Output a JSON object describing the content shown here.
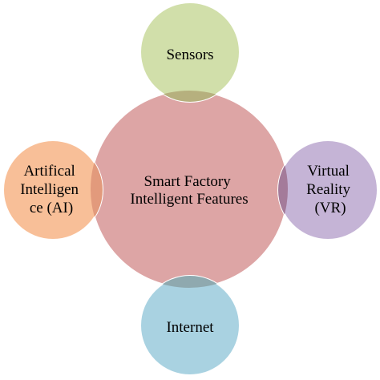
{
  "diagram": {
    "center": {
      "lines": [
        "Smart Factory",
        "Intelligent Features"
      ],
      "fill": "#dda5a5",
      "stroke": "#ffffff"
    },
    "satellites": [
      {
        "id": "sensors",
        "lines": [
          "Sensors"
        ],
        "fill": "#d1dfaa",
        "overlap_fill": "#b6b07e"
      },
      {
        "id": "virtual-reality",
        "lines": [
          "Virtual",
          "Reality",
          "(VR)"
        ],
        "fill": "#c5b4d6",
        "overlap_fill": "#a47b9a"
      },
      {
        "id": "internet",
        "lines": [
          "Internet"
        ],
        "fill": "#a9d2e1",
        "overlap_fill": "#8fa9af"
      },
      {
        "id": "artificial-intelligence",
        "lines": [
          "Artifical",
          "Intelligen",
          "ce (AI)"
        ],
        "fill": "#f8bf98",
        "overlap_fill": "#e29a7c"
      }
    ]
  }
}
